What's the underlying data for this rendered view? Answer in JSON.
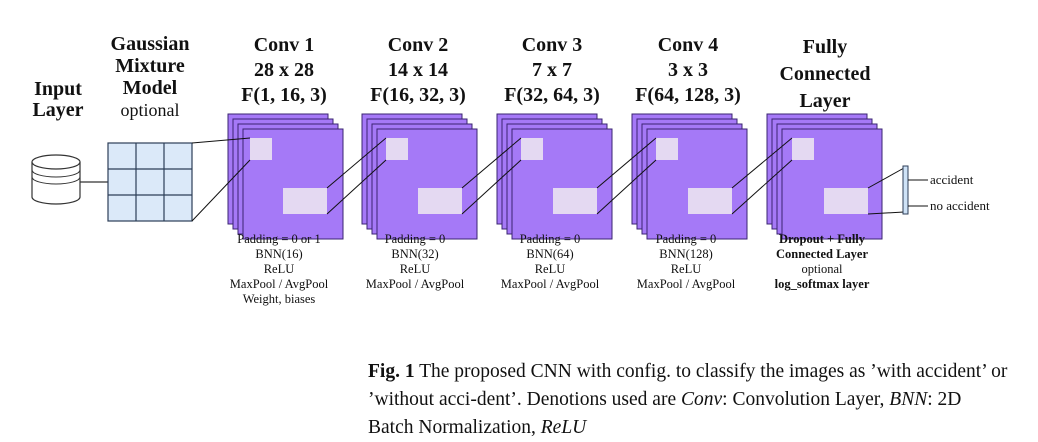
{
  "input_layer": {
    "line1": "Input",
    "line2": "Layer"
  },
  "gmm": {
    "line1": "Gaussian",
    "line2": "Mixture",
    "line3": "Model",
    "line4": "optional"
  },
  "conv1": {
    "title": "Conv 1",
    "size": "28 x 28",
    "filter": "F(1, 16, 3)",
    "notes": [
      "Padding = 0 or 1",
      "BNN(16)",
      "ReLU",
      "MaxPool / AvgPool",
      "Weight, biases"
    ]
  },
  "conv2": {
    "title": "Conv 2",
    "size": "14 x 14",
    "filter": "F(16, 32, 3)",
    "notes": [
      "Padding = 0",
      "BNN(32)",
      "ReLU",
      "MaxPool / AvgPool"
    ]
  },
  "conv3": {
    "title": "Conv 3",
    "size": "7 x 7",
    "filter": "F(32, 64, 3)",
    "notes": [
      "Padding = 0",
      "BNN(64)",
      "ReLU",
      "MaxPool / AvgPool"
    ]
  },
  "conv4": {
    "title": "Conv 4",
    "size": "3 x 3",
    "filter": "F(64, 128, 3)",
    "notes": [
      "Padding = 0",
      "BNN(128)",
      "ReLU",
      "MaxPool / AvgPool"
    ]
  },
  "fc": {
    "line1": "Fully",
    "line2": "Connected",
    "line3": "Layer",
    "notes": [
      "Dropout + Fully",
      "Connected Layer",
      "optional",
      "log_softmax layer"
    ]
  },
  "outputs": {
    "accident": "accident",
    "no_accident": "no accident"
  },
  "caption": {
    "fig": "Fig. 1",
    "text1": " The proposed CNN with config. to classify the images as ’with accident’ or ’without acci-dent’. Denotions used are ",
    "conv_term": "Conv",
    "text2": ": Convolution Layer, ",
    "bnn_term": "BNN",
    "text3": ": 2D Batch Normalization, ",
    "relu_term": "ReLU"
  },
  "colors": {
    "layer_fill": "#a579f7",
    "layer_stroke": "#3a2470",
    "patch_fill": "#e4d9f2",
    "grid_fill": "#dbe9f9",
    "grid_stroke": "#2c3e57",
    "output_fill": "#cfe3f7"
  }
}
